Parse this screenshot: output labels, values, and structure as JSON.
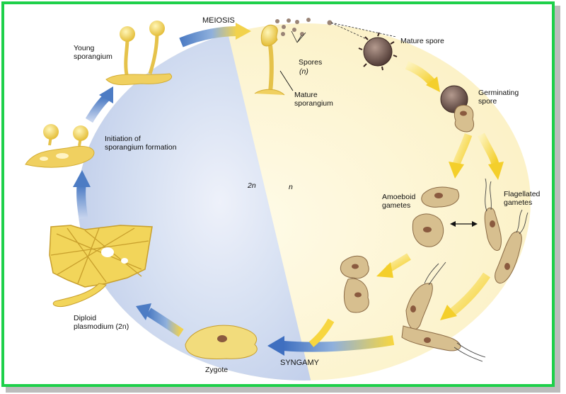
{
  "diagram": {
    "labels": {
      "meiosis": "MEIOSIS",
      "mature_spore": "Mature spore",
      "spores": "Spores",
      "spores_n": "(n)",
      "mature_sporangium": "Mature\nsporangium",
      "germinating_spore": "Germinating\nspore",
      "young_sporangium": "Young\nsporangium",
      "initiation": "Initiation of\nsporangium formation",
      "diploid_2n": "2n",
      "haploid_n": "n",
      "amoeboid_gametes": "Amoeboid\ngametes",
      "flagellated_gametes": "Flagellated\ngametes",
      "diploid_plasmodium": "Diploid\nplasmodium (2n)",
      "zygote": "Zygote",
      "syngamy": "SYNGAMY"
    },
    "colors": {
      "frame": "#1ed04a",
      "diploid_region": "#c9d6ee",
      "haploid_region": "#fbf4cf",
      "cycle_arrow_blue": "#6a8fc8",
      "cycle_arrow_yellow": "#f7d640",
      "cell_fill": "#d7bf8f",
      "nucleus": "#8a5a3f",
      "sporangium": "#f0d060"
    }
  }
}
